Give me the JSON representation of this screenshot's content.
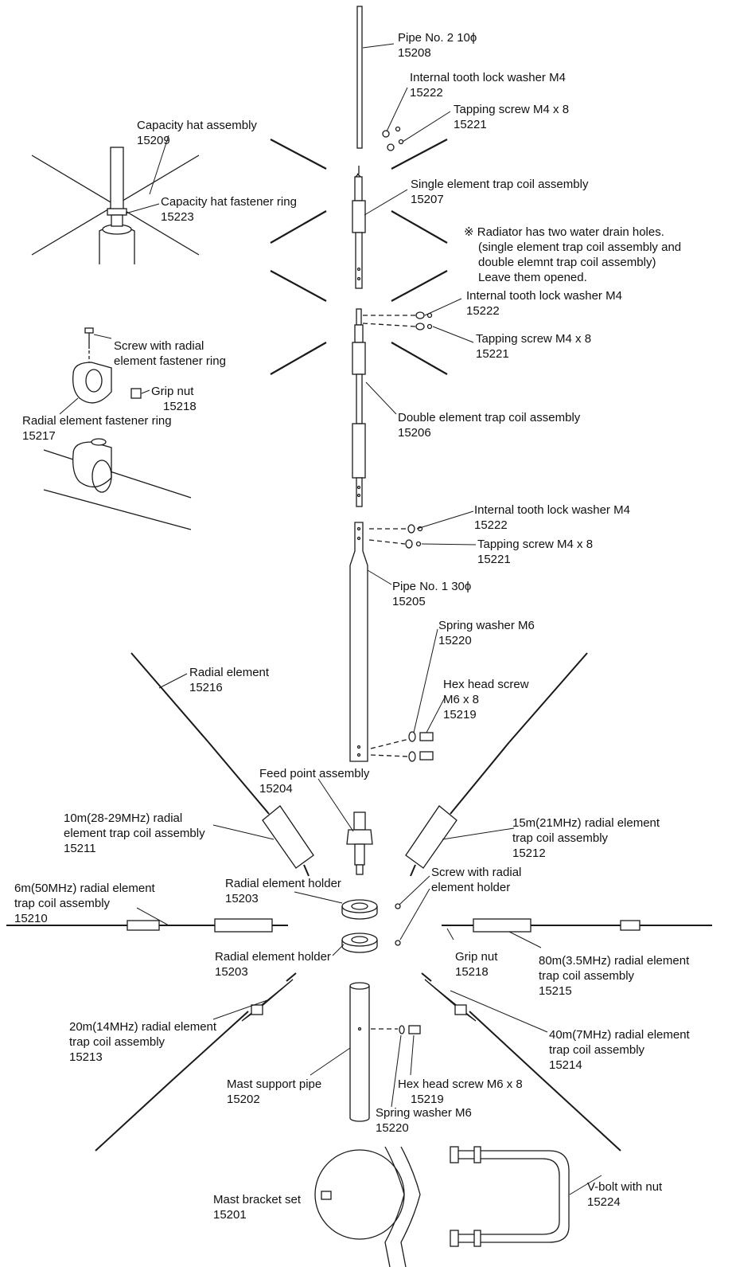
{
  "labels": [
    {
      "id": "pipe-no2",
      "name": "Pipe No. 2 10ϕ",
      "code": "15208"
    },
    {
      "id": "lockwasher-top",
      "name": "Internal tooth lock washer M4",
      "code": "15222"
    },
    {
      "id": "tapscrew-top",
      "name": "Tapping screw M4 x 8",
      "code": "15221"
    },
    {
      "id": "capacity-hat",
      "name": "Capacity hat assembly",
      "code": "15209"
    },
    {
      "id": "single-trap",
      "name": "Single element trap coil assembly",
      "code": "15207"
    },
    {
      "id": "hat-ring",
      "name": "Capacity hat fastener ring",
      "code": "15223"
    },
    {
      "id": "lockwasher-mid",
      "name": "Internal tooth lock washer M4",
      "code": "15222"
    },
    {
      "id": "screw-radial-ring",
      "name": "Screw with radial",
      "code": "element fastener ring"
    },
    {
      "id": "tapscrew-mid",
      "name": "Tapping screw M4 x 8",
      "code": "15221"
    },
    {
      "id": "grip-nut-top",
      "name": "Grip nut",
      "code": "15218"
    },
    {
      "id": "radial-ring",
      "name": "Radial element fastener ring",
      "code": "15217"
    },
    {
      "id": "double-trap",
      "name": "Double element trap coil assembly",
      "code": "15206"
    },
    {
      "id": "lockwasher-low",
      "name": "Internal tooth lock washer M4",
      "code": "15222"
    },
    {
      "id": "tapscrew-low",
      "name": "Tapping screw M4 x 8",
      "code": "15221"
    },
    {
      "id": "pipe-no1",
      "name": "Pipe No. 1 30ϕ",
      "code": "15205"
    },
    {
      "id": "spring-washer-top",
      "name": "Spring washer M6",
      "code": "15220"
    },
    {
      "id": "radial-element",
      "name": "Radial element",
      "code": "15216"
    },
    {
      "id": "hex-screw-top",
      "name": "Hex head screw",
      "name2": "M6 x 8",
      "code": "15219"
    },
    {
      "id": "feed-point",
      "name": "Feed point assembly",
      "code": "15204"
    },
    {
      "id": "trap-10m",
      "name": "10m(28-29MHz) radial",
      "name2": "element trap coil assembly",
      "code": "15211"
    },
    {
      "id": "trap-15m",
      "name": "15m(21MHz) radial element",
      "name2": "trap coil assembly",
      "code": "15212"
    },
    {
      "id": "screw-holder",
      "name": "Screw with radial",
      "code": "element holder"
    },
    {
      "id": "holder-top",
      "name": "Radial element holder",
      "code": "15203"
    },
    {
      "id": "trap-6m",
      "name": "6m(50MHz) radial element",
      "name2": "trap coil assembly",
      "code": "15210"
    },
    {
      "id": "holder-bottom",
      "name": "Radial element holder",
      "code": "15203"
    },
    {
      "id": "grip-nut-bottom",
      "name": "Grip nut",
      "code": "15218"
    },
    {
      "id": "trap-80m",
      "name": "80m(3.5MHz) radial element",
      "name2": "trap coil assembly",
      "code": "15215"
    },
    {
      "id": "trap-20m",
      "name": "20m(14MHz) radial element",
      "name2": "trap coil assembly",
      "code": "15213"
    },
    {
      "id": "trap-40m",
      "name": "40m(7MHz) radial element",
      "name2": "trap coil assembly",
      "code": "15214"
    },
    {
      "id": "mast-pipe",
      "name": "Mast support pipe",
      "code": "15202"
    },
    {
      "id": "hex-screw-bottom",
      "name": "Hex head screw M6 x 8",
      "code": "15219"
    },
    {
      "id": "spring-washer-bottom",
      "name": "Spring washer M6",
      "code": "15220"
    },
    {
      "id": "v-bolt",
      "name": "V-bolt with nut",
      "code": "15224"
    },
    {
      "id": "mast-bracket",
      "name": "Mast bracket set",
      "code": "15201"
    }
  ],
  "note": {
    "mark": "※",
    "line1": "Radiator has two water drain holes.",
    "line2": "(single element trap coil assembly and",
    "line3": "double elemnt trap coil assembly)",
    "line4": "Leave them opened."
  }
}
